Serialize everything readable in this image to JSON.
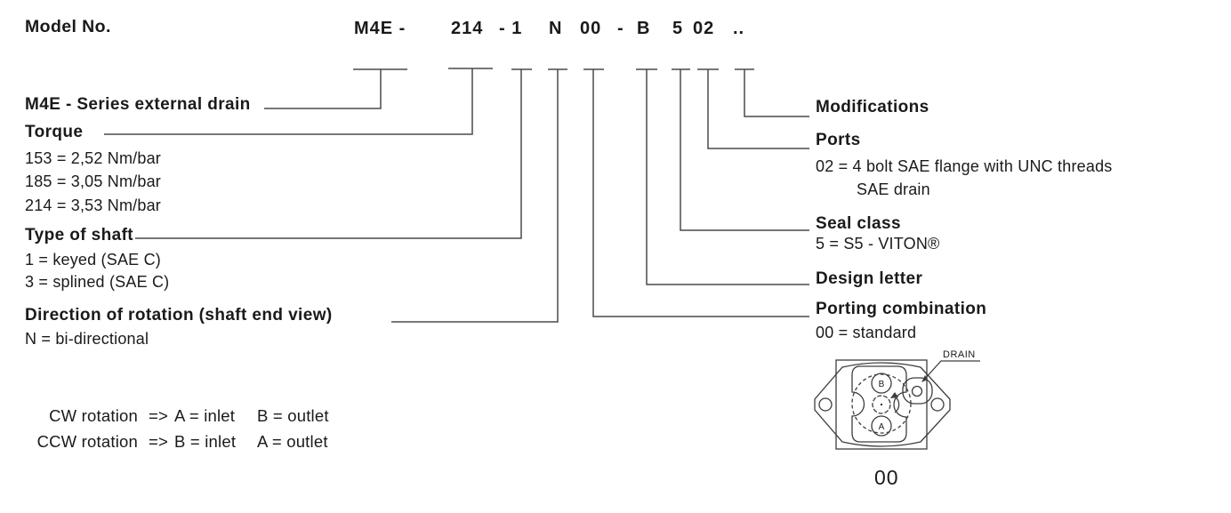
{
  "header": {
    "model_no_label": "Model No."
  },
  "model_code": {
    "segments": [
      "M4E -",
      "214",
      "- 1",
      "N",
      "00",
      "-",
      "B",
      "5",
      "02",
      ".."
    ]
  },
  "left_column": {
    "series_title": "M4E - Series external drain",
    "torque_title": "Torque",
    "torque_items": [
      "153 = 2,52 Nm/bar",
      "185 = 3,05 Nm/bar",
      "214 = 3,53 Nm/bar"
    ],
    "shaft_title": "Type of shaft",
    "shaft_items": [
      "1 = keyed (SAE C)",
      "3 = splined (SAE C)"
    ],
    "rotation_title": "Direction of rotation (shaft end view)",
    "rotation_items": [
      "N = bi-directional"
    ]
  },
  "right_column": {
    "modifications_title": "Modifications",
    "ports_title": "Ports",
    "ports_items": [
      "02 = 4 bolt SAE flange with UNC threads",
      "SAE drain"
    ],
    "seal_title": "Seal class",
    "seal_items": [
      "5 = S5 - VITON®"
    ],
    "design_title": "Design letter",
    "porting_title": "Porting combination",
    "porting_items": [
      "00 = standard"
    ]
  },
  "rotation_legend": {
    "rows": [
      {
        "direction": "CW rotation",
        "arrow": "=>",
        "inlet": "A = inlet",
        "outlet": "B = outlet"
      },
      {
        "direction": "CCW rotation",
        "arrow": "=>",
        "inlet": "B = inlet",
        "outlet": "A = outlet"
      }
    ]
  },
  "diagram": {
    "drain_label": "DRAIN",
    "port_top": "B",
    "port_bottom": "A",
    "caption": "00"
  },
  "colors": {
    "text": "#1a1a1a",
    "line": "#4a4a4a",
    "drawing": "#3d3d3d"
  }
}
